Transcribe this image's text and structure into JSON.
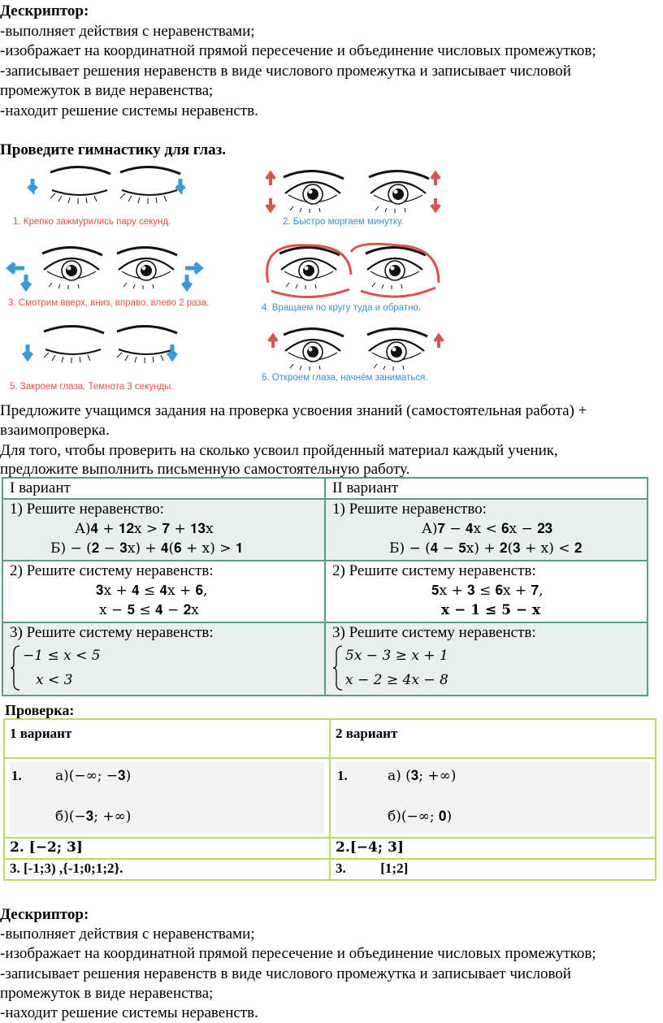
{
  "descriptor_top": {
    "title": "Дескриптор:",
    "lines": [
      "-выполняет действия с неравенствами;",
      "-изображает на координатной прямой пересечение и объединение числовых промежутков;",
      "-записывает решения неравенств в виде числового промежутка и записывает числовой",
      "промежуток в виде неравенства;",
      "-находит решение системы неравенств."
    ]
  },
  "gymnastics": {
    "title": "Проведите гимнастику для глаз.",
    "captions": [
      "1. Крепко зажмурились пару секунд.",
      "2. Быстро моргаем минутку.",
      "3. Смотрим вверх, вниз, вправо, влево 2 раза.",
      "4. Вращаем по кругу туда и обратно.",
      "5. Закроем глаза. Темнота 3 секунды.",
      "6. Откроем глаза, начнём заниматься."
    ]
  },
  "intro": {
    "lines": [
      "Предложите учащимся задания на проверка усвоения знаний (самостоятельная работа) +",
      "взаимопроверка.",
      "Для того, чтобы проверить на сколько усвоил пройденный материал каждый ученик,",
      "предложите выполнить письменную самостоятельную работу."
    ]
  },
  "tasks": {
    "headers": [
      "I  вариант",
      "II вариант"
    ],
    "v1": {
      "t1_title": "1) Решите неравенство:",
      "t1_a": "А)𝟒 + 𝟏𝟐x > 𝟕 + 𝟏𝟑x",
      "t1_b": "Б) − (𝟐 − 𝟑x) + 𝟒(𝟔 + x) > 𝟏",
      "t2_title": "2) Решите систему неравенств:",
      "t2_l1": "𝟑x + 𝟒 ≤ 𝟒x + 𝟔,",
      "t2_l2": "x − 𝟓 ≤ 𝟒 − 𝟐x",
      "t3_title": "3) Решите систему неравенств:",
      "t3_l1": "−1 ≤ x < 5",
      "t3_l2": "x < 3"
    },
    "v2": {
      "t1_title": "1) Решите неравенство:",
      "t1_a": "А)𝟕 − 𝟒x < 𝟔x − 𝟐𝟑",
      "t1_b": "Б) − (𝟒 − 𝟓x) + 𝟐(𝟑 + x) < 𝟐",
      "t2_title": "2) Решите систему неравенств:",
      "t2_l1": "𝟓x + 𝟑 ≤ 𝟔x + 𝟕,",
      "t2_l2": "x − 𝟏 ≤ 𝟓 − x",
      "t3_title": "3) Решите систему неравенств:",
      "t3_l1": "5x − 3 ≥ x + 1",
      "t3_l2": "x − 2 ≥ 4x − 8"
    }
  },
  "check": {
    "title": "Проверка:",
    "headers": [
      "1 вариант",
      "2 вариант"
    ],
    "v1_row1_num": "1.",
    "v1_row1_a": "а)(−∞; −𝟑)",
    "v1_row1_b": "б)(−𝟑; +∞)",
    "v2_row1_num": "1.",
    "v2_row1_a": "а) (𝟑; +∞)",
    "v2_row1_b": "б)(−∞; 𝟎)",
    "v1_row2": "2.     [−𝟐; 𝟑]",
    "v2_row2": "2.[−𝟒; 𝟑]",
    "v1_row3": "3. [-1;3) ,{-1;0;1;2}.",
    "v2_row3": "3.          [1;2]"
  },
  "descriptor_bottom": {
    "title": "Дескриптор:",
    "lines": [
      "-выполняет действия с неравенствами;",
      "-изображает на координатной прямой пересечение и объединение числовых промежутков;",
      "-записывает решения неравенств в виде числового промежутка и записывает числовой",
      "промежуток в виде неравенства;",
      "-находит решение системы неравенств."
    ]
  },
  "colors": {
    "caption_red": "#e2524a",
    "caption_blue": "#3a8fd0",
    "arrow_blue": "#3a9ad9",
    "arrow_red": "#d9534f",
    "table1_border": "#5b9a88",
    "table2_border": "#b9d86a"
  }
}
